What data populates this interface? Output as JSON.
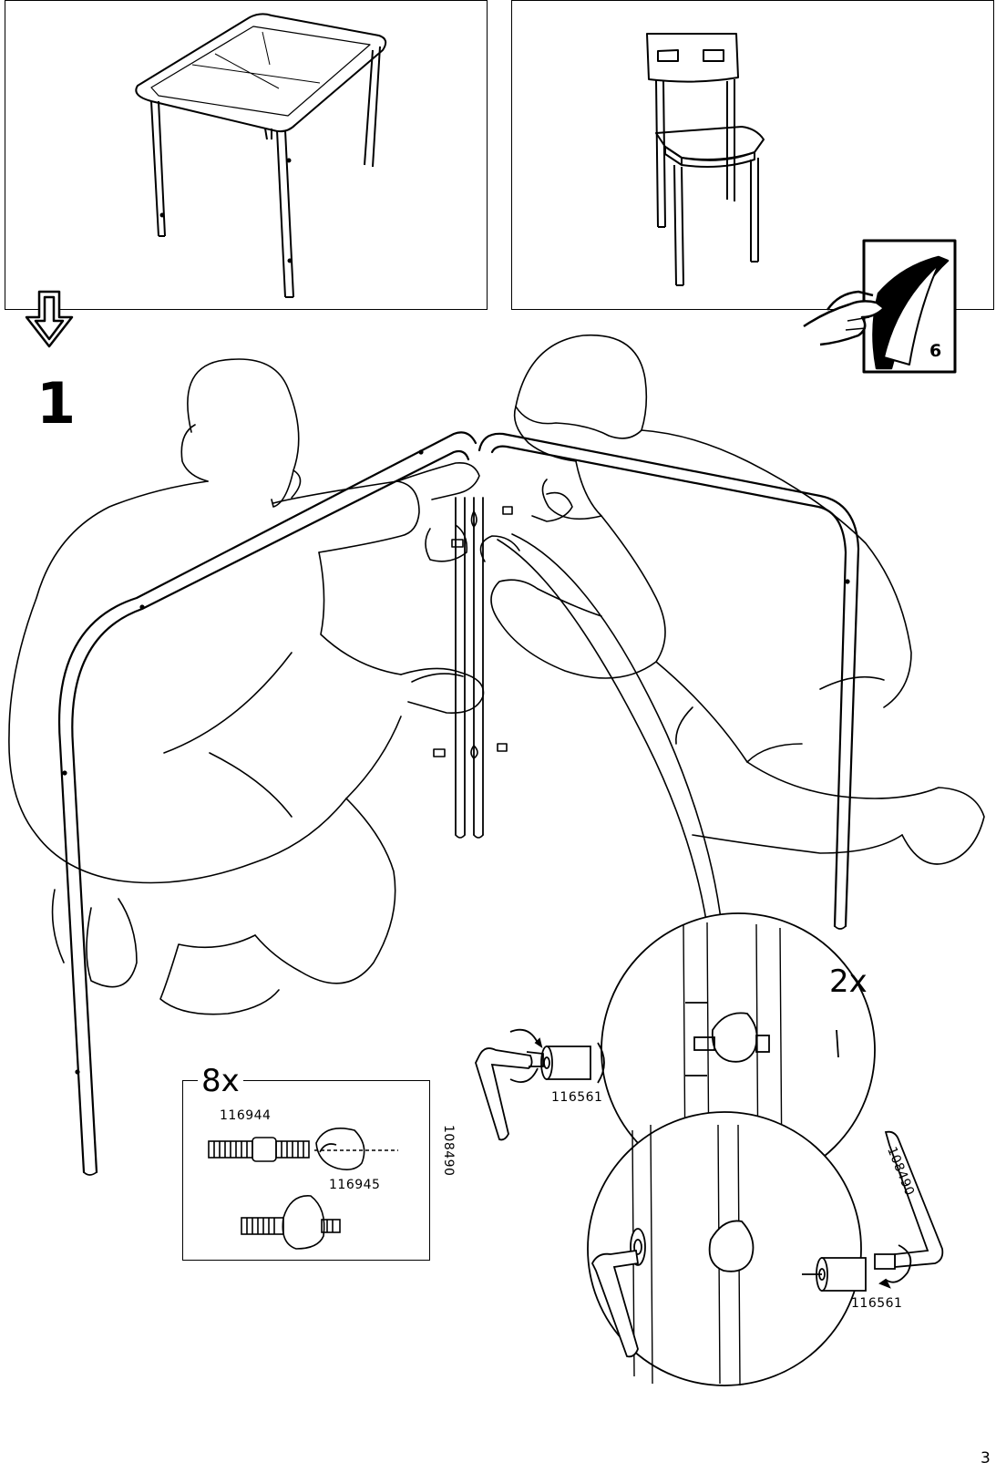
{
  "step": {
    "number": "1"
  },
  "turn_page": {
    "page": "6",
    "icon": "page-turn-hand-icon"
  },
  "hardware_box": {
    "quantity": "8x",
    "part_a": "116944",
    "part_b": "116945"
  },
  "detail": {
    "quantity": "2x",
    "allen_key_top": "108490",
    "barrel_nut_top": "116561",
    "allen_key_bottom": "108490",
    "barrel_nut_bottom": "116561"
  },
  "page_number": "3"
}
